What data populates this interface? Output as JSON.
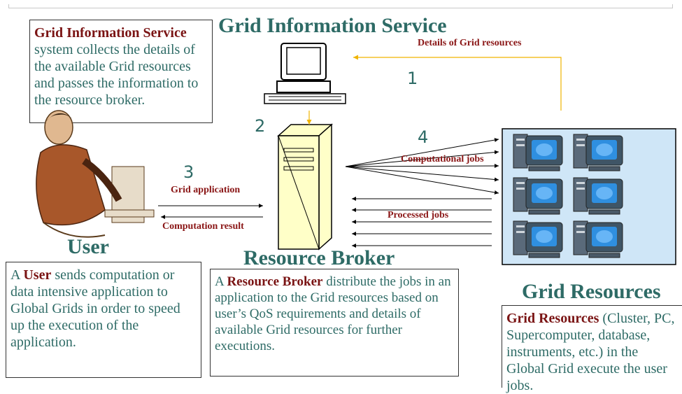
{
  "titles": {
    "gis": "Grid Information Service",
    "user": "User",
    "broker": "Resource Broker",
    "resources": "Grid Resources"
  },
  "boxes": {
    "gis": {
      "bold": "Grid Information Service",
      "text": " system collects the details of the available Grid resources and passes the information to the resource broker."
    },
    "user": {
      "pre": "A ",
      "bold": "User",
      "text": " sends computation or data intensive application to Global Grids in order to speed up the execution of the application."
    },
    "broker": {
      "pre": "A ",
      "bold": "Resource Broker",
      "text": " distribute the jobs in an application to the Grid resources based on user’s QoS requirements and details of available Grid resources for further executions."
    },
    "resources": {
      "bold": "Grid Resources",
      "text": " (Cluster, PC, Supercomputer, database, instruments, etc.) in the Global Grid execute the user jobs."
    }
  },
  "labels": {
    "details": "Details of Grid resources",
    "computational_jobs": "Computational jobs",
    "processed_jobs": "Processed jobs",
    "grid_application": "Grid application",
    "computation_result": "Computation result"
  },
  "steps": [
    "1",
    "2",
    "3",
    "4"
  ],
  "colors": {
    "teal": "#2e6b66",
    "maroon": "#7a1414",
    "arrow_gold": "#f0b400",
    "resource_bg": "#cfe6f7"
  }
}
